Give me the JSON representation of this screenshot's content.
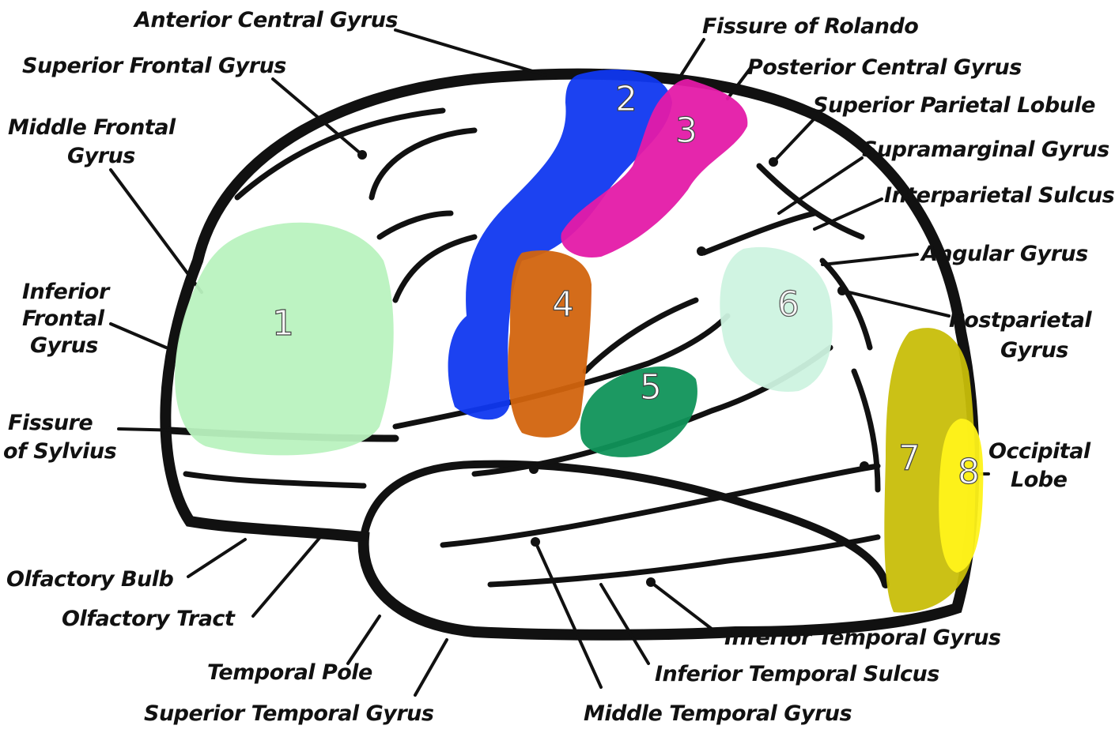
{
  "labels": {
    "anterior_central_gyrus": "Anterior Central Gyrus",
    "superior_frontal_gyrus": "Superior Frontal Gyrus",
    "middle_frontal_gyrus_1": "Middle Frontal",
    "middle_frontal_gyrus_2": "Gyrus",
    "inferior_frontal_gyrus_1": "Inferior",
    "inferior_frontal_gyrus_2": "Frontal",
    "inferior_frontal_gyrus_3": "Gyrus",
    "fissure_of_sylvius_1": "Fissure",
    "fissure_of_sylvius_2": "of Sylvius",
    "olfactory_bulb": "Olfactory Bulb",
    "olfactory_tract": "Olfactory Tract",
    "temporal_pole": "Temporal Pole",
    "superior_temporal_gyrus": "Superior Temporal Gyrus",
    "middle_temporal_gyrus": "Middle Temporal Gyrus",
    "inferior_temporal_sulcus": "Inferior Temporal Sulcus",
    "inferior_temporal_gyrus": "Inferior Temporal Gyrus",
    "fissure_of_rolando": "Fissure of Rolando",
    "posterior_central_gyrus": "Posterior Central Gyrus",
    "superior_parietal_lobule": "Superior Parietal Lobule",
    "supramarginal_gyrus": "Supramarginal Gyrus",
    "interparietal_sulcus": "Interparietal Sulcus",
    "angular_gyrus": "Angular Gyrus",
    "postparietal_gyrus_1": "Postparietal",
    "postparietal_gyrus_2": "Gyrus",
    "occipital_lobe_1": "Occipital",
    "occipital_lobe_2": "Lobe"
  },
  "regions": [
    {
      "number": "1",
      "color": "#b9f2bf"
    },
    {
      "number": "2",
      "color": "#1038f0"
    },
    {
      "number": "3",
      "color": "#e41aa8"
    },
    {
      "number": "4",
      "color": "#d2640e"
    },
    {
      "number": "5",
      "color": "#10935a"
    },
    {
      "number": "6",
      "color": "#cdf3e0"
    },
    {
      "number": "7",
      "color": "#c8be0a"
    },
    {
      "number": "8",
      "color": "#fff31a"
    }
  ]
}
